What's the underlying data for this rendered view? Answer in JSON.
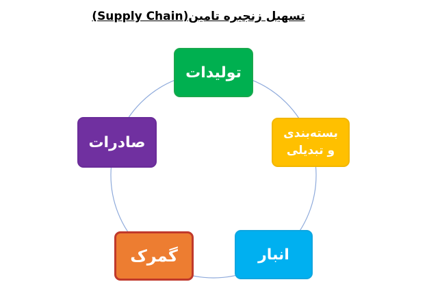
{
  "title": "تسهیل زنجیره تامین(Supply Chain)",
  "cycle": {
    "ring_color": "#8eaadb",
    "nodes": [
      {
        "id": "production",
        "label": "تولیدات",
        "color": "#00b050"
      },
      {
        "id": "packaging",
        "label": "بسته‌بندی\nو تبدیلی",
        "color": "#ffc000"
      },
      {
        "id": "warehouse",
        "label": "انبار",
        "color": "#00b0f0"
      },
      {
        "id": "customs",
        "label": "گمرک",
        "color": "#ed7d31",
        "border_color": "#c0392b"
      },
      {
        "id": "exports",
        "label": "صادرات",
        "color": "#7030a0"
      }
    ]
  }
}
